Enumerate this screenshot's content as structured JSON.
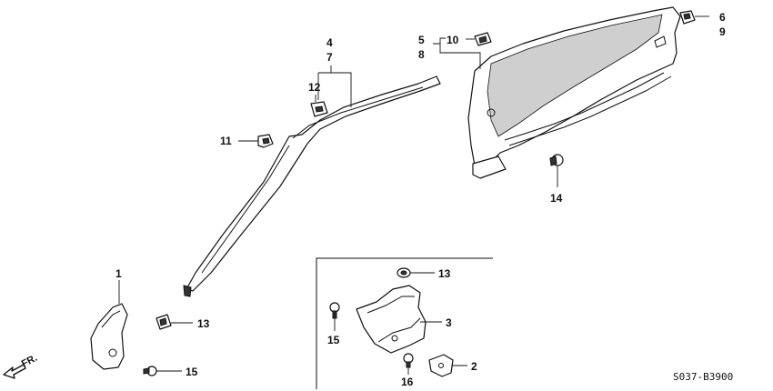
{
  "diagram_code": "S037-B3900",
  "direction_label": "FR.",
  "callouts": {
    "c1": "1",
    "c2": "2",
    "c3": "3",
    "c4": "4",
    "c5": "5",
    "c6": "6",
    "c7": "7",
    "c8": "8",
    "c9": "9",
    "c10": "10",
    "c11": "11",
    "c12": "12",
    "c13a": "13",
    "c13b": "13",
    "c14": "14",
    "c15a": "15",
    "c15b": "15",
    "c16": "16"
  },
  "icons": {
    "front_arrow": "front-direction-arrow-icon"
  }
}
